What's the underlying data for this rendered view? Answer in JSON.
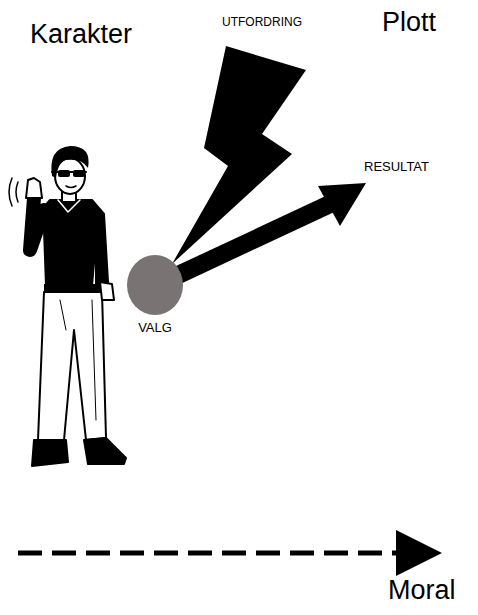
{
  "diagram": {
    "nodes": [
      {
        "text": [
          "VALG"
        ]
      }
    ],
    "labels": [
      "Karakter",
      "UTFORDRING",
      "Plott",
      "RESULTAT",
      "Moral"
    ]
  }
}
